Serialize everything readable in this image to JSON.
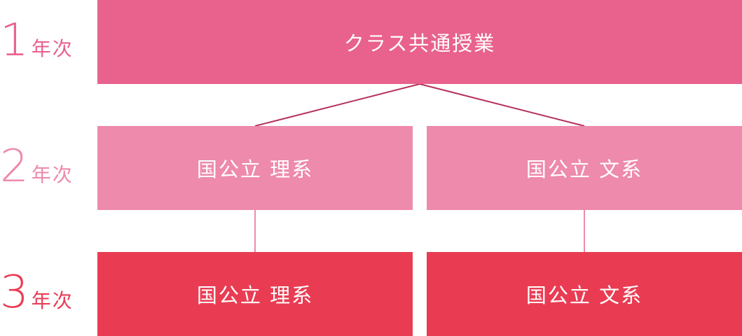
{
  "years": [
    {
      "num": "1",
      "suffix": "年次"
    },
    {
      "num": "2",
      "suffix": "年次"
    },
    {
      "num": "3",
      "suffix": "年次"
    }
  ],
  "boxes": {
    "common": "クラス共通授業",
    "year2_science": "国公立 理系",
    "year2_humanities": "国公立 文系",
    "year3_science": "国公立 理系",
    "year3_humanities": "国公立 文系"
  },
  "colors": {
    "year1": "#e8628d",
    "year2": "#ee8aab",
    "year3": "#e93c53",
    "branch_line": "#b5305c",
    "link_line": "#ee8aab"
  }
}
